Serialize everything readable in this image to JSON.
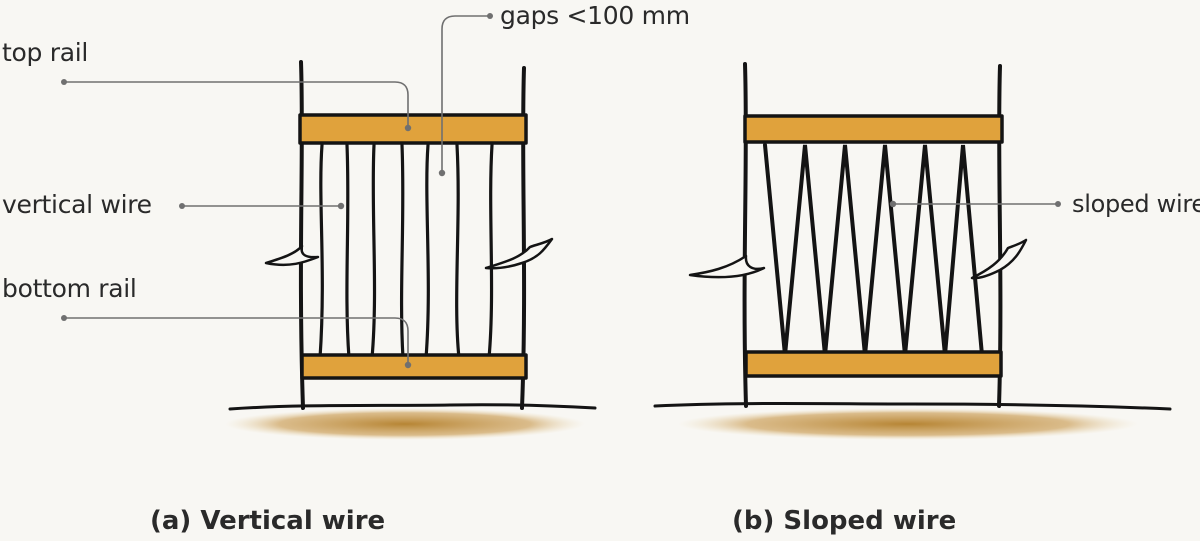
{
  "labels": {
    "top_rail": "top rail",
    "gaps": "gaps <100 mm",
    "vertical_wire": "vertical wire",
    "bottom_rail": "bottom rail",
    "sloped_wire": "sloped wire"
  },
  "captions": {
    "a": "(a) Vertical wire",
    "b": "(b) Sloped wire"
  },
  "colors": {
    "rail": "#e0a23c",
    "ink": "#141414",
    "leader": "#707070",
    "ground": "#b37f2a",
    "background": "#f8f7f3"
  }
}
